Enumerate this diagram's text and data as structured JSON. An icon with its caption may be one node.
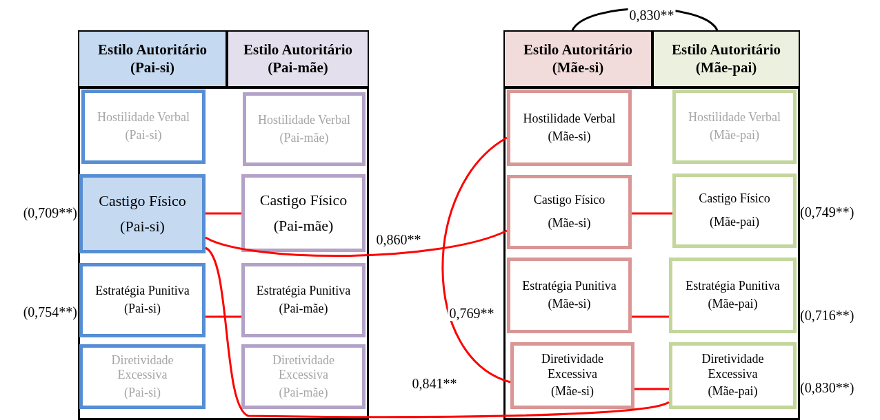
{
  "diagram": {
    "nodes": [
      {
        "text": [
          "Estilo Autoritário (Pai-si)"
        ]
      },
      {
        "text": [
          "Estilo Autoritário (Pai-mãe)"
        ]
      },
      {
        "text": [
          "Estilo Autoritário (Mãe-si)"
        ]
      },
      {
        "text": [
          "Estilo Autoritário (Mãe-pai)"
        ]
      },
      {
        "text": [],
        "shape": "box"
      },
      {
        "text": [],
        "shape": "box"
      },
      {
        "text": [
          "Hostilidade Verbal",
          "(Pai-si)"
        ],
        "in": 4
      },
      {
        "text": [
          "Hostilidade Verbal",
          "(Pai-mãe)"
        ],
        "in": 4
      },
      {
        "text": [
          "Castigo Físico",
          "(Pai-si)"
        ],
        "in": 4,
        "beside": [
          "(0,709**)"
        ]
      },
      {
        "text": [
          "Castigo Físico",
          "(Pai-mãe)"
        ],
        "in": 4
      },
      {
        "text": [
          "Estratégia Punitiva",
          "(Pai-si)"
        ],
        "in": 4,
        "beside": [
          "(0,754**)"
        ]
      },
      {
        "text": [
          "Estratégia Punitiva",
          "(Pai-mãe)"
        ],
        "in": 4
      },
      {
        "text": [
          "Diretividade Excessiva",
          "(Pai-si)"
        ],
        "in": 4
      },
      {
        "text": [
          "Diretividade Excessiva",
          "(Pai-mãe)"
        ],
        "in": 4
      },
      {
        "text": [
          "Hostilidade Verbal",
          "(Mãe-si)"
        ],
        "in": 5
      },
      {
        "text": [
          "Hostilidade Verbal",
          "(Mãe-pai)"
        ],
        "in": 5
      },
      {
        "text": [
          "Castigo Físico",
          "(Mãe-si)"
        ],
        "in": 5
      },
      {
        "text": [
          "Castigo Físico",
          "(Mãe-pai)"
        ],
        "in": 5,
        "beside": [
          "(0,749**)"
        ]
      },
      {
        "text": [
          "Estratégia Punitiva",
          "(Mãe-si)"
        ],
        "in": 5
      },
      {
        "text": [
          "Estratégia Punitiva",
          "(Mãe-pai)"
        ],
        "in": 5,
        "beside": [
          "(0,716**)"
        ]
      },
      {
        "text": [
          "Diretividade Excessiva",
          "(Mãe-si)"
        ],
        "in": 5
      },
      {
        "text": [
          "Diretividade Excessiva",
          "(Mãe-pai)"
        ],
        "in": 5,
        "beside": [
          "(0,830**)"
        ]
      }
    ],
    "edges": [
      {
        "from": 8,
        "to": 9,
        "arrow": "none"
      },
      {
        "from": 10,
        "to": 11,
        "arrow": "none"
      },
      {
        "from": 16,
        "to": 17,
        "arrow": "none"
      },
      {
        "from": 18,
        "to": 19,
        "arrow": "none"
      },
      {
        "from": 20,
        "to": 21,
        "arrow": "none"
      },
      {
        "from": 8,
        "to": 16,
        "arrow": "none",
        "label": "0,860**"
      },
      {
        "from": 8,
        "to": 21,
        "arrow": "none",
        "label": "0,841**"
      },
      {
        "from": 14,
        "to": 20,
        "arrow": "none",
        "label": "0,769**"
      },
      {
        "from": 2,
        "to": 3,
        "arrow": "none",
        "label": "0,830**",
        "color": "#000000"
      }
    ]
  }
}
